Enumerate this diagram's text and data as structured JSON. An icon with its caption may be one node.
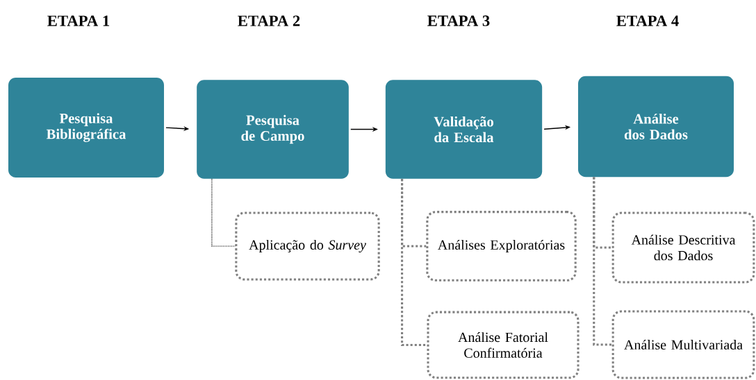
{
  "diagram": {
    "nodes": [
      {
        "text": [
          "Pesquisa Bibliográfica"
        ]
      },
      {
        "text": [
          "Pesquisa de Campo"
        ]
      },
      {
        "text": [
          "Validação da Escala"
        ]
      },
      {
        "text": [
          "Análise dos Dados"
        ]
      },
      {
        "text": [
          "Aplicação do *Survey*"
        ]
      },
      {
        "text": [
          "Análises Exploratórias"
        ]
      },
      {
        "text": [
          "Análise Fatorial Confirmatória"
        ]
      },
      {
        "text": [
          "Análise Descritiva dos Dados"
        ]
      },
      {
        "text": [
          "Análise Multivariada"
        ]
      }
    ],
    "edges": [
      {
        "from": 0,
        "to": 1,
        "arrow": "to"
      },
      {
        "from": 1,
        "to": 2,
        "arrow": "to"
      },
      {
        "from": 2,
        "to": 3,
        "arrow": "to"
      },
      {
        "from": 1,
        "to": 4,
        "arrow": "none",
        "style": "dashed"
      },
      {
        "from": 2,
        "to": 5,
        "arrow": "none",
        "style": "dashed",
        "color": "#808080"
      },
      {
        "from": 2,
        "to": 6,
        "arrow": "none",
        "style": "dashed",
        "color": "#808080"
      },
      {
        "from": 3,
        "to": 7,
        "arrow": "none",
        "style": "dashed",
        "color": "#808080"
      },
      {
        "from": 3,
        "to": 8,
        "arrow": "none",
        "style": "dashed",
        "color": "#808080"
      }
    ],
    "labels": [
      "ETAPA 1",
      "ETAPA 2",
      "ETAPA 3",
      "ETAPA 4"
    ]
  }
}
